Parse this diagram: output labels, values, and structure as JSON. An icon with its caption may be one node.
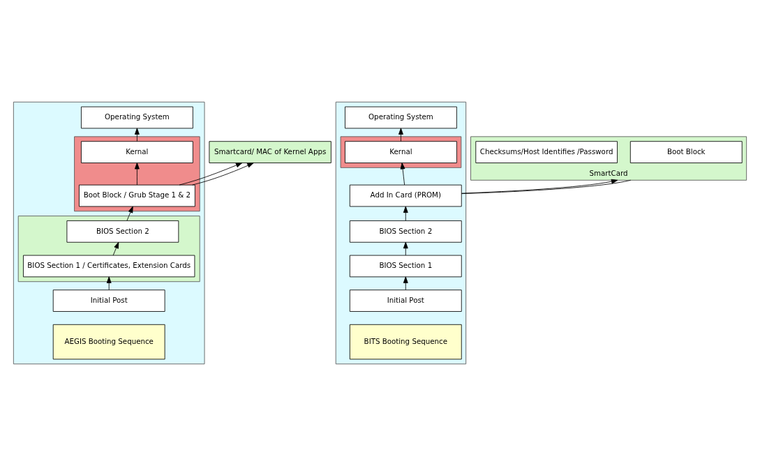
{
  "diagram": {
    "nodes": [
      {
        "text": [],
        "shape": "box"
      },
      {
        "text": [
          "Operating System"
        ],
        "in": 0
      },
      {
        "text": [],
        "shape": "box",
        "in": 0
      },
      {
        "text": [
          "Kernal"
        ],
        "in": 2
      },
      {
        "text": [
          "Smartcard/ MAC of Kernel Apps"
        ]
      },
      {
        "text": [
          "Boot Block / Grub Stage 1 & 2"
        ],
        "in": 2
      },
      {
        "text": [],
        "shape": "box",
        "in": 0
      },
      {
        "text": [
          "BIOS Section 2"
        ],
        "in": 6
      },
      {
        "text": [
          "BIOS Section 1 / Certificates, Extension Cards"
        ],
        "in": 6
      },
      {
        "text": [
          "Initial Post"
        ],
        "in": 0
      },
      {
        "text": [
          "AEGIS Booting Sequence"
        ],
        "in": 0
      },
      {
        "text": [],
        "shape": "box"
      },
      {
        "text": [
          "Operating System"
        ],
        "in": 11
      },
      {
        "text": [],
        "shape": "box",
        "in": 11
      },
      {
        "text": [
          "Kernal"
        ],
        "in": 13
      },
      {
        "text": [
          "SmartCard"
        ]
      },
      {
        "text": [
          "Boot Block"
        ],
        "in": 15
      },
      {
        "text": [
          "Checksums/Host Identifies /Password"
        ],
        "in": 15
      },
      {
        "text": [
          "Add In Card (PROM)"
        ],
        "in": 11
      },
      {
        "text": [
          "BIOS Section 2"
        ],
        "in": 11
      },
      {
        "text": [
          "BIOS Section 1"
        ],
        "in": 11
      },
      {
        "text": [
          "Initial Post"
        ],
        "in": 11
      },
      {
        "text": [
          "BITS Booting Sequence"
        ],
        "in": 11
      }
    ],
    "edges": [
      {
        "from": 9,
        "to": 8,
        "arrow": "to"
      },
      {
        "from": 8,
        "to": 7,
        "arrow": "to"
      },
      {
        "from": 7,
        "to": 5,
        "arrow": "to"
      },
      {
        "from": 5,
        "to": 3,
        "arrow": "to"
      },
      {
        "from": 5,
        "to": 4,
        "arrow": "to"
      },
      {
        "from": 5,
        "to": 4,
        "arrow": "to"
      },
      {
        "from": 3,
        "to": 1,
        "arrow": "to"
      },
      {
        "from": 21,
        "to": 20,
        "arrow": "to"
      },
      {
        "from": 20,
        "to": 19,
        "arrow": "to"
      },
      {
        "from": 19,
        "to": 18,
        "arrow": "to"
      },
      {
        "from": 18,
        "to": 14,
        "arrow": "to"
      },
      {
        "from": 18,
        "to": 15,
        "arrow": "to"
      },
      {
        "from": 18,
        "to": 15,
        "arrow": "none"
      },
      {
        "from": 14,
        "to": 12,
        "arrow": "to"
      }
    ]
  }
}
